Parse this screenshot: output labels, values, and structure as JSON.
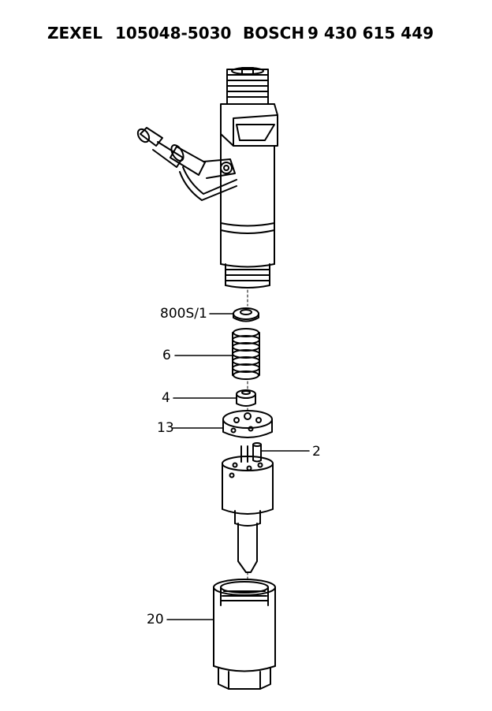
{
  "header": {
    "brand_1": "ZEXEL",
    "part_number_1": "105048-5030",
    "brand_2": "BOSCH",
    "part_number_2": "9 430 615 449"
  },
  "callouts": [
    {
      "id": "800s",
      "label": "800S/1"
    },
    {
      "id": "6",
      "label": "6"
    },
    {
      "id": "4",
      "label": "4"
    },
    {
      "id": "13",
      "label": "13"
    },
    {
      "id": "2",
      "label": "2"
    },
    {
      "id": "20",
      "label": "20"
    }
  ],
  "colors": {
    "ink": "#000000",
    "paper": "#ffffff"
  }
}
